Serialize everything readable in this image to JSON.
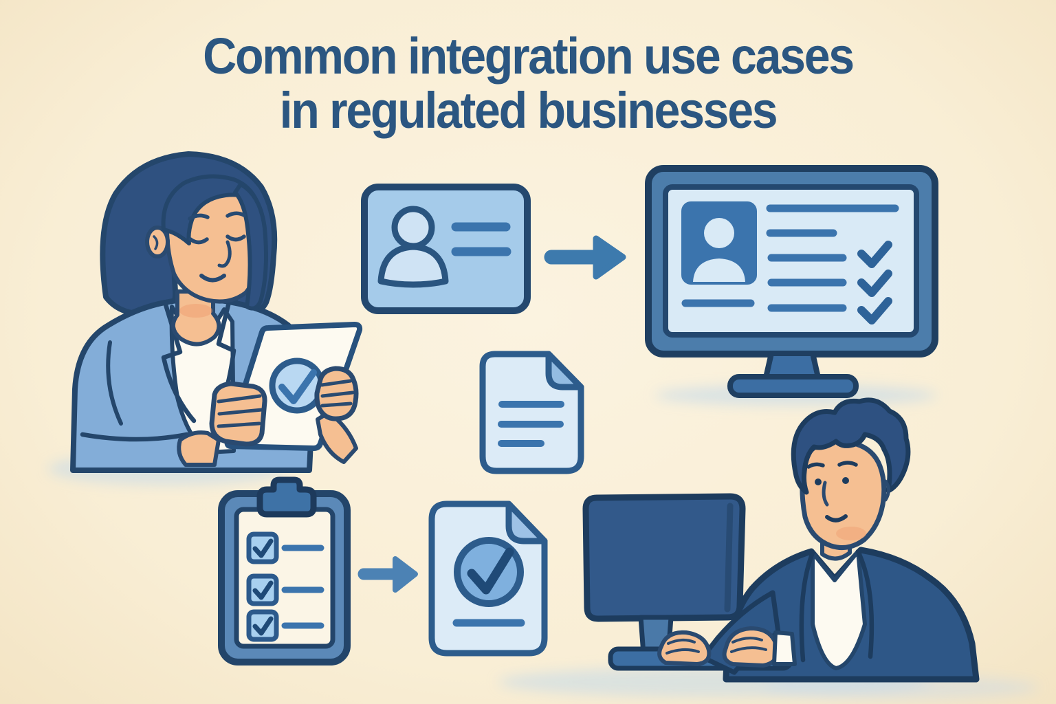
{
  "title": {
    "line1": "Common integration use cases",
    "line2": "in regulated businesses"
  },
  "colors": {
    "background": "#f9eed5",
    "bg_light": "#fbf3e0",
    "bg_edge": "#f3e4c4",
    "title": "#2b5681",
    "outline": "#24466b",
    "blue_line": "#3b74ad",
    "blue_arrow": "#3d7aad",
    "blue_card": "#a5cbea",
    "blue_screen": "#d9eaf6",
    "blue_frame": "#4c7dab",
    "blue_clipboard": "#5b89b8",
    "blue_doc": "#dcebf7",
    "blue_fold": "#93bce2",
    "blue_circle": "#7fb0de",
    "blue_blazer": "#83add8",
    "navy_suit": "#2e5787",
    "navy_hair": "#2f5180",
    "skin": "#f5bf92",
    "white_paper": "#fdfaf1",
    "cream_paper": "#fbf5e6",
    "checkbox_blue": "#a8d0ef",
    "shadow_blue": "#c3d8ea"
  },
  "scene": {
    "figures": [
      {
        "name": "woman-reviewing-document"
      },
      {
        "name": "man-at-computer"
      }
    ],
    "icons": [
      {
        "name": "id-card-icon"
      },
      {
        "name": "arrow-right-icon"
      },
      {
        "name": "monitor-verification-screen-icon"
      },
      {
        "name": "document-icon"
      },
      {
        "name": "checklist-clipboard-icon"
      },
      {
        "name": "arrow-right-icon"
      },
      {
        "name": "verified-document-icon"
      }
    ]
  }
}
